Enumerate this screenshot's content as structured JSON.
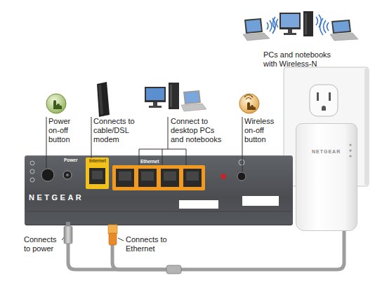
{
  "diagram": {
    "nodes": [
      {
        "text": [
          "Power",
          "Internet",
          "Ethernet",
          "NETGEAR"
        ]
      },
      {
        "text": [
          "NETGEAR"
        ]
      }
    ],
    "edges": [
      {
        "from": 0,
        "to": 1,
        "arrow": "none"
      }
    ],
    "labels": [
      "PCs and notebooks with Wireless-N",
      "Power on-off button",
      "Connects to cable/DSL modem",
      "Connect to desktop PCs and notebooks",
      "Wireless on-off button",
      "Connects to power",
      "Connects to Ethernet"
    ]
  }
}
